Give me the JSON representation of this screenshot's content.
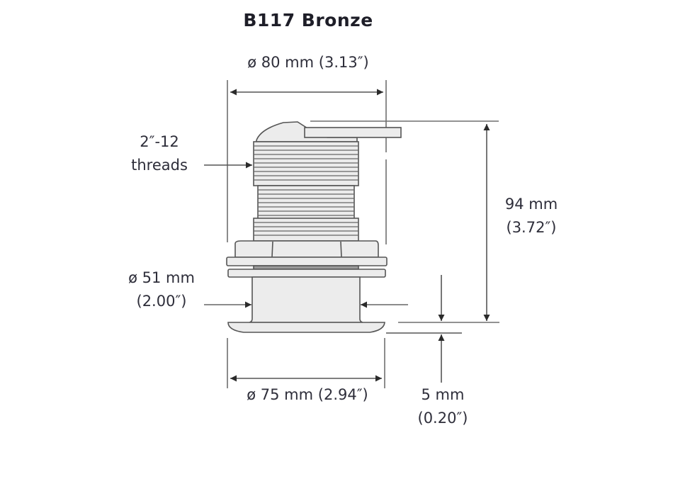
{
  "title": "B117 Bronze",
  "dimensions": {
    "top_diameter": {
      "metric": "ø 80 mm",
      "imperial": "(3.13″)",
      "full": "ø 80 mm (3.13″)"
    },
    "threads": {
      "line1": "2″-12",
      "line2": "threads"
    },
    "height": {
      "metric": "94 mm",
      "imperial": "(3.72″)"
    },
    "stem_diameter": {
      "metric": "ø 51 mm",
      "imperial": "(2.00″)"
    },
    "flange_diameter": {
      "metric": "ø 75 mm",
      "imperial": "(2.94″)",
      "full": "ø 75 mm (2.94″)"
    },
    "flange_thickness": {
      "metric": "5 mm",
      "imperial": "(0.20″)"
    }
  },
  "colors": {
    "body_fill": "#ececec",
    "outline": "#555555",
    "dim_line": "#7a7a7a",
    "arrow": "#2b2b2b",
    "text": "#2e2e3a"
  }
}
